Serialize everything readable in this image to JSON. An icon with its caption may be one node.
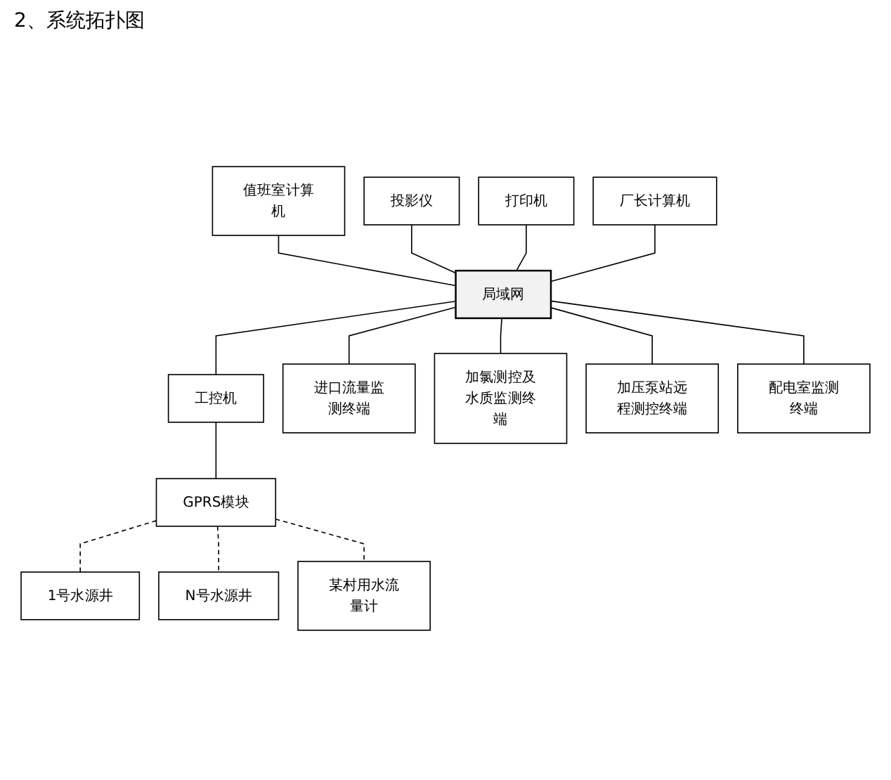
{
  "diagram": {
    "title": "2、系统拓扑图",
    "nodes": [
      {
        "text": [
          "值班室计算机"
        ]
      },
      {
        "text": [
          "投影仪"
        ]
      },
      {
        "text": [
          "打印机"
        ]
      },
      {
        "text": [
          "厂长计算机"
        ]
      },
      {
        "text": [
          "局域网"
        ]
      },
      {
        "text": [
          "工控机"
        ]
      },
      {
        "text": [
          "进口流量监测终端"
        ]
      },
      {
        "text": [
          "加氯测控及水质监测终端"
        ]
      },
      {
        "text": [
          "加压泵站远程测控终端"
        ]
      },
      {
        "text": [
          "配电室监测终端"
        ]
      },
      {
        "text": [
          "GPRS模块"
        ]
      },
      {
        "text": [
          "1号水源井"
        ]
      },
      {
        "text": [
          "N号水源井"
        ]
      },
      {
        "text": [
          "某村用水流量计"
        ]
      }
    ],
    "edges": [
      {
        "from": 0,
        "to": 4,
        "arrow": "none"
      },
      {
        "from": 1,
        "to": 4,
        "arrow": "none"
      },
      {
        "from": 2,
        "to": 4,
        "arrow": "none"
      },
      {
        "from": 3,
        "to": 4,
        "arrow": "none"
      },
      {
        "from": 4,
        "to": 5,
        "arrow": "none"
      },
      {
        "from": 4,
        "to": 6,
        "arrow": "none"
      },
      {
        "from": 4,
        "to": 7,
        "arrow": "none"
      },
      {
        "from": 4,
        "to": 8,
        "arrow": "none"
      },
      {
        "from": 4,
        "to": 9,
        "arrow": "none"
      },
      {
        "from": 5,
        "to": 10,
        "arrow": "none"
      },
      {
        "from": 10,
        "to": 11,
        "arrow": "none",
        "style": "dashed"
      },
      {
        "from": 10,
        "to": 12,
        "arrow": "none",
        "style": "dashed"
      },
      {
        "from": 10,
        "to": 13,
        "arrow": "none",
        "style": "dashed"
      }
    ]
  }
}
